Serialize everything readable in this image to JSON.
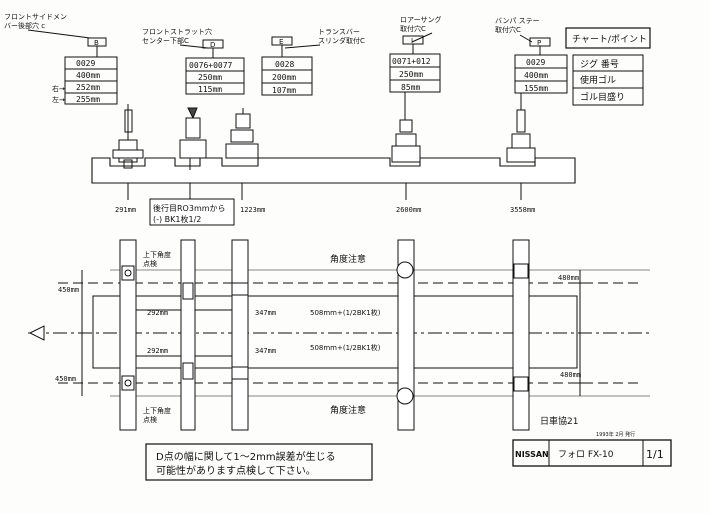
{
  "header_labels": {
    "b": [
      "フロントサイドメン",
      "バー後部穴 c"
    ],
    "d": [
      "フロントストラット穴",
      "センター下部C"
    ],
    "e": [
      "トランスバー",
      "スリンダ取付C"
    ],
    "i": [
      "ロアーサング",
      "取付穴C"
    ],
    "p": [
      "バンパ ステー",
      "取付穴C"
    ]
  },
  "points": [
    {
      "letter": "B",
      "tol": "0029",
      "v1": "400mm",
      "v2": "252mm",
      "v3": "255mm"
    },
    {
      "letter": "D",
      "tol": "0076+0077",
      "v1": "250mm",
      "v2": "115mm"
    },
    {
      "letter": "E",
      "tol": "0028",
      "v1": "200mm",
      "v2": "107mm"
    },
    {
      "letter": "I",
      "tol": "0071+012",
      "v1": "250mm",
      "v2": "85mm"
    },
    {
      "letter": "P",
      "tol": "0029",
      "v1": "400mm",
      "v2": "155mm"
    }
  ],
  "side_labels": {
    "right": "右→",
    "left": "左→"
  },
  "legend": {
    "title": "チャート/ポイント",
    "items": [
      "ジグ 番号",
      "使用ゴル",
      "ゴル目盛り"
    ]
  },
  "note_box": [
    "後行目RO3mmから",
    "(-) BK1枚1/2"
  ],
  "distances": {
    "d1": "291mm",
    "d2": "1223mm",
    "d3": "2600mm",
    "d4": "3558mm"
  },
  "plan": {
    "left_top": "450mm",
    "left_bottom": "450mm",
    "right_top": "480mm",
    "right_bottom": "480mm",
    "inner_top": "292mm",
    "inner_bottom": "292mm",
    "mid_top": "347mm",
    "mid_bottom": "347mm",
    "w_top": "508mm+(1/2BK1枚)",
    "w_bottom": "508mm+(1/2BK1枚)",
    "angle_top": "角度注意",
    "angle_bottom": "角度注意",
    "updown_top": [
      "上下角度",
      "点検"
    ],
    "updown_bottom": [
      "上下角度",
      "点検"
    ]
  },
  "doc_no": "日車協21",
  "footer_note": [
    "D点の幅に関して1～2mm誤差が生じる",
    "可能性があります点検して下さい。"
  ],
  "title_block": {
    "brand": "NISSAN",
    "model": "フォロ FX-10",
    "page": "1/1",
    "small": "1993年 2月 発行"
  }
}
